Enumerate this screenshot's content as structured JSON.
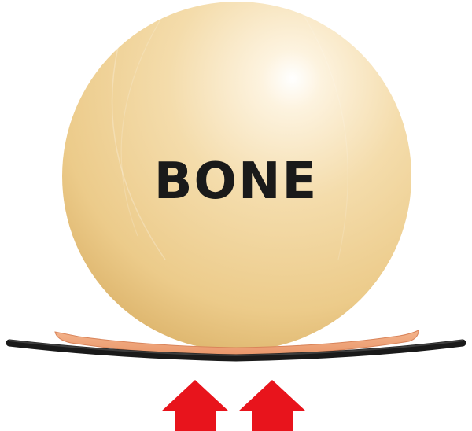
{
  "bone": {
    "label": "BONE"
  },
  "colors": {
    "bone_light": "#fdf3df",
    "bone_mid": "#f1d49a",
    "bone_dark": "#d8ad62",
    "cartilage_pad": "#f0a57a",
    "cartilage_edge": "#d9845a",
    "surface_line": "#1a1a1a",
    "arrow": "#e8141c",
    "background": "#ffffff"
  },
  "arrows": {
    "count": 2,
    "direction": "up"
  }
}
